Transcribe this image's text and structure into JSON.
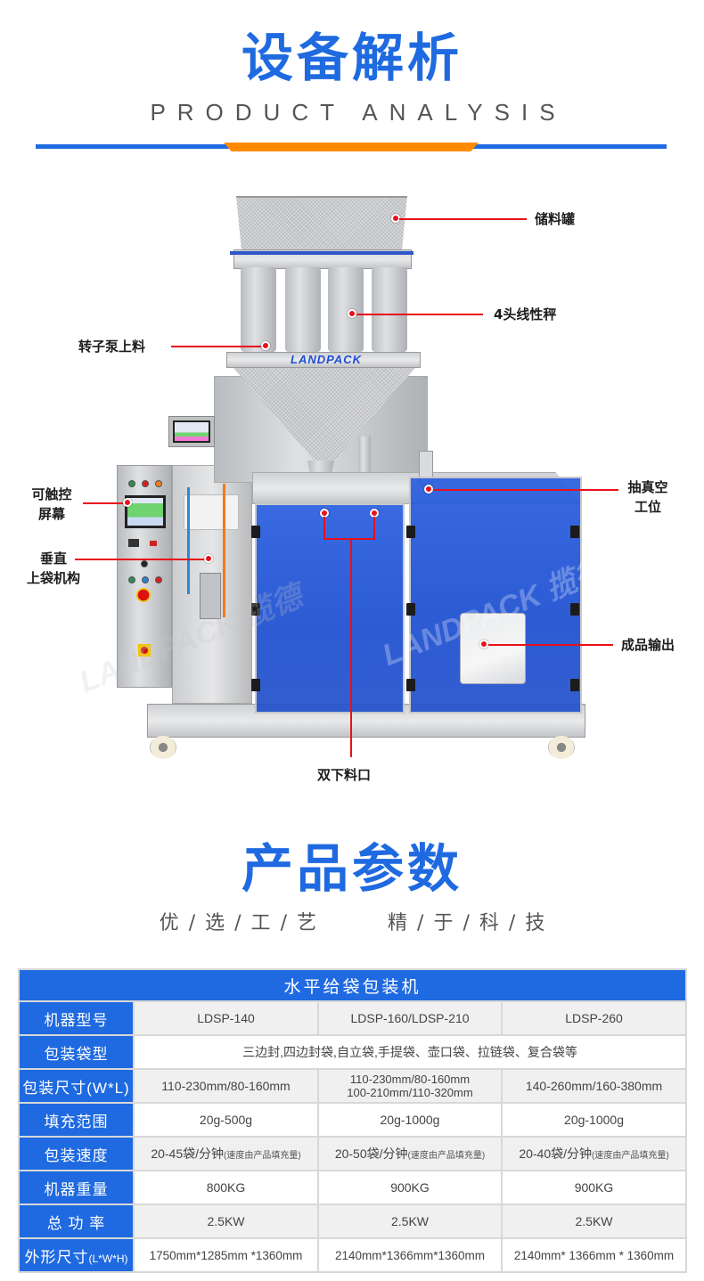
{
  "section1": {
    "title": "设备解析",
    "subtitle": "PRODUCT ANALYSIS"
  },
  "machine": {
    "brand_logo": "LANDPACK",
    "watermark": "LANDPACK 揽德",
    "callouts": [
      {
        "id": "storage-hopper",
        "label": "储料罐"
      },
      {
        "id": "linear-weigher",
        "label": "4头线性秤"
      },
      {
        "id": "rotor-pump-feeding",
        "label": "转子泵上料"
      },
      {
        "id": "touch-screen",
        "label_line1": "可触控",
        "label_line2": "屏幕"
      },
      {
        "id": "vertical-bag-loading",
        "label_line1": "垂直",
        "label_line2": "上袋机构"
      },
      {
        "id": "vacuum-station",
        "label_line1": "抽真空",
        "label_line2": "工位"
      },
      {
        "id": "product-output",
        "label": "成品输出"
      },
      {
        "id": "dual-discharge",
        "label": "双下料口"
      }
    ],
    "colors": {
      "callout_line": "#e8101a",
      "guard_panel": "#1d4fd1",
      "accent_blue": "#1f6ae0",
      "accent_orange": "#ff8a00"
    }
  },
  "section2": {
    "title": "产品参数",
    "slogan_left": [
      "优",
      "选",
      "工",
      "艺"
    ],
    "slogan_right": [
      "精",
      "于",
      "科",
      "技"
    ],
    "separator": "/"
  },
  "spec_table": {
    "caption": "水平给袋包装机",
    "rows": [
      {
        "label": "机器型号",
        "values": [
          "LDSP-140",
          "LDSP-160/LDSP-210",
          "LDSP-260"
        ]
      },
      {
        "label": "包装袋型",
        "merged_value": "三边封,四边封袋,自立袋,手提袋、壶口袋、拉链袋、复合袋等"
      },
      {
        "label": "包装尺寸",
        "label_suffix": "(W*L)",
        "values": [
          "110-230mm/80-160mm",
          "110-230mm/80-160mm",
          "140-260mm/160-380mm"
        ],
        "values_line2": [
          "",
          "100-210mm/110-320mm",
          ""
        ]
      },
      {
        "label": "填充范围",
        "values": [
          "20g-500g",
          "20g-1000g",
          "20g-1000g"
        ]
      },
      {
        "label": "包装速度",
        "values": [
          "20-45袋/分钟",
          "20-50袋/分钟",
          "20-40袋/分钟"
        ],
        "note": "(速度由产品填充量)"
      },
      {
        "label": "机器重量",
        "values": [
          "800KG",
          "900KG",
          "900KG"
        ]
      },
      {
        "label": "总 功 率",
        "values": [
          "2.5KW",
          "2.5KW",
          "2.5KW"
        ]
      },
      {
        "label": "外形尺寸",
        "label_suffix": "(L*W*H)",
        "values": [
          "1750mm*1285mm *1360mm",
          "2140mm*1366mm*1360mm",
          "2140mm* 1366mm * 1360mm"
        ]
      }
    ]
  }
}
